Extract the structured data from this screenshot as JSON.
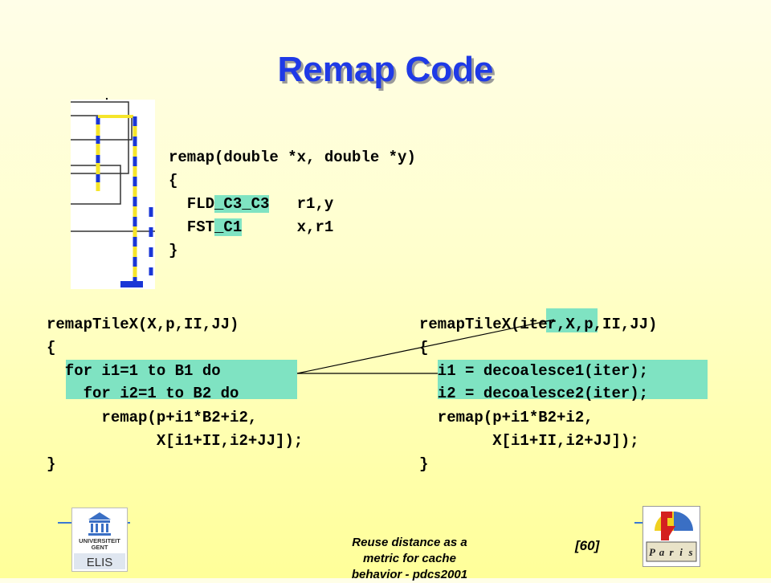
{
  "slide": {
    "title": "Remap Code",
    "page_number": "[60]",
    "footer_lines": [
      "Reuse distance as a",
      "metric for cache",
      "behavior - pdcs2001"
    ]
  },
  "code_top": {
    "l1": "remap(double *x, double *y)",
    "l2": "{",
    "l3a": "  FLD",
    "l3b": "_C3_C3",
    "l3c": "   r1,y",
    "l4a": "  FST",
    "l4b": "_C1",
    "l4c": "      x,r1",
    "l5": "}"
  },
  "code_left": {
    "l1": "remapTileX(X,p,II,JJ)",
    "l2": "{",
    "l3": "  for i1=1 to B1 do ",
    "l4": "    for i2=1 to B2 do",
    "l5": "      remap(p+i1*B2+i2,",
    "l6": "            X[i1+II,i2+JJ]);",
    "l7": "}"
  },
  "code_right": {
    "l1a": "remapTileX(",
    "l1b": "iter",
    "l1c": ",X,p,II,JJ)",
    "l2": "{",
    "l3": "  i1 = decoalesce1(iter);",
    "l4": "  i2 = decoalesce2(iter);",
    "l5": "  remap(p+i1*B2+i2,",
    "l6": "        X[i1+II,i2+JJ]);",
    "l7": "}"
  },
  "logos": {
    "ugent": [
      "UNIVERSITEIT",
      "GENT",
      "ELIS"
    ],
    "paris": [
      "P",
      "a",
      "r",
      "i",
      "s"
    ]
  },
  "colors": {
    "title": "#1f3ae6",
    "highlight": "#7fe3c2",
    "graphic_yellow": "#f5e52a",
    "graphic_blue": "#1a36d6",
    "footer_rule": "#3a78d4"
  }
}
